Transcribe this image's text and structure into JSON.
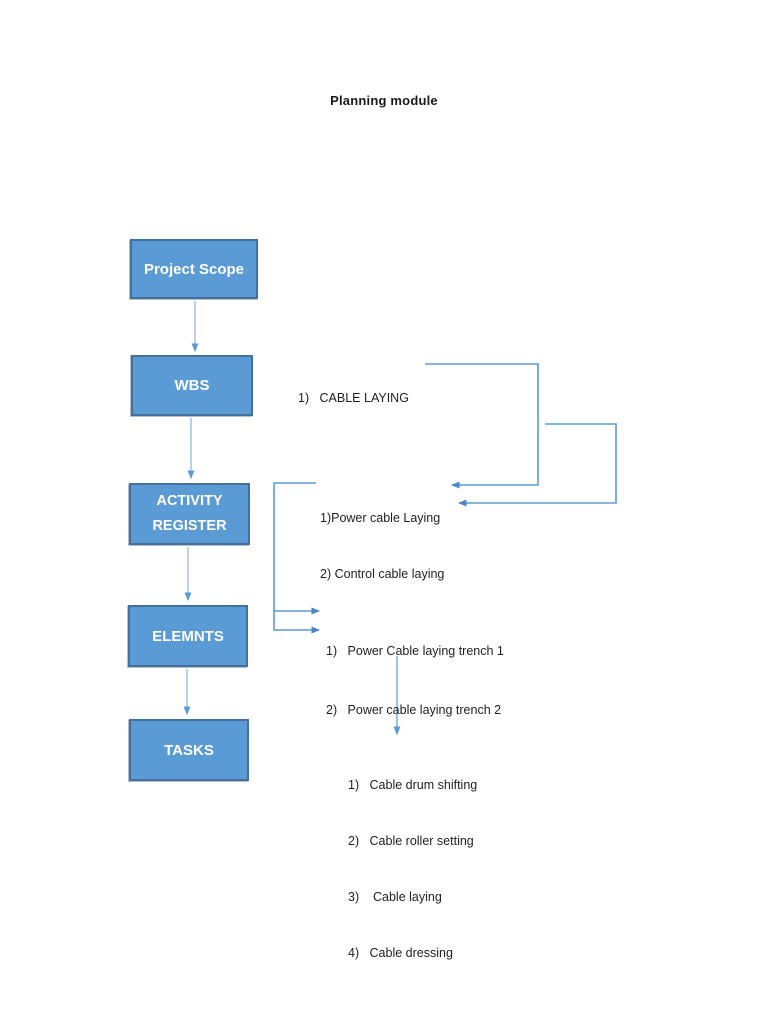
{
  "title": "Planning module",
  "colors": {
    "box_fill": "#5B9BD5",
    "box_border": "#41719C",
    "box_text": "#FFFFFF",
    "connector": "#5B9BD5",
    "connector_light": "#9DC3E8",
    "arrowhead": "#4A86C8",
    "text": "#1F1F1F"
  },
  "boxes": [
    {
      "label": "Project Scope"
    },
    {
      "label": "WBS"
    },
    {
      "label": "ACTIVITY REGISTER"
    },
    {
      "label": "ELEMNTS"
    },
    {
      "label": "TASKS"
    }
  ],
  "annotations": {
    "wbs_items": [
      "1)   CABLE LAYING"
    ],
    "activity_items": [
      "1)Power cable Laying",
      "2) Control cable laying"
    ],
    "element_items": [
      "1)   Power Cable laying trench 1",
      "2)   Power cable laying trench 2"
    ],
    "task_items": [
      "1)   Cable drum shifting",
      "2)   Cable roller setting",
      "3)    Cable laying",
      "4)   Cable dressing"
    ]
  }
}
